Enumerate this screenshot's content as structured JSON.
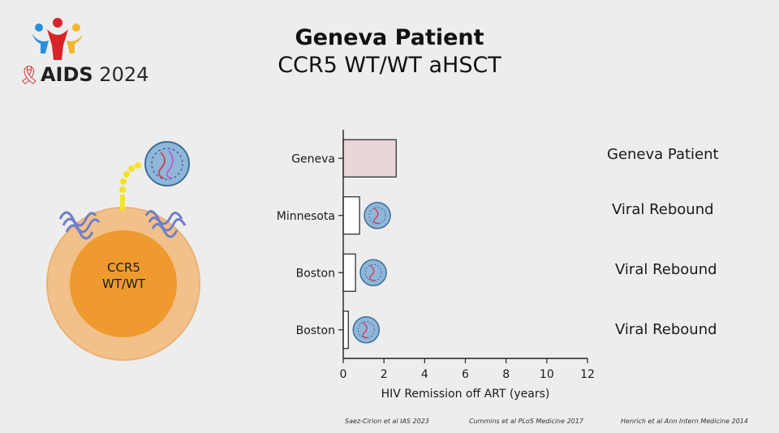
{
  "logo": {
    "brand": "AIDS",
    "year": "2024"
  },
  "header": {
    "title": "Geneva Patient",
    "subtitle": "CCR5 WT/WT aHSCT"
  },
  "cell": {
    "label_line1": "CCR5",
    "label_line2": "WT/WT"
  },
  "chart_data": {
    "type": "bar",
    "orientation": "horizontal",
    "categories": [
      "Geneva",
      "Minnesota",
      "Boston",
      "Boston"
    ],
    "values": [
      2.6,
      0.8,
      0.6,
      0.25
    ],
    "xlabel": "HIV Remission off ART (years)",
    "xlim": [
      0,
      12
    ],
    "xticks": [
      0,
      2,
      4,
      6,
      8,
      10,
      12
    ],
    "grid": false,
    "bar_colors": [
      "#e8d6d8",
      "#ffffff",
      "#ffffff",
      "#ffffff"
    ],
    "outcomes": [
      "Geneva Patient",
      "Viral Rebound",
      "Viral Rebound",
      "Viral Rebound"
    ]
  },
  "citations": [
    "Saez-Cirion et al IAS 2023",
    "Cummins et al PLoS Medicine 2017",
    "Henrich et al Ann Intern Medicine 2014"
  ],
  "colors": {
    "cell_outer": "#f2c08a",
    "cell_inner": "#ee9a2e",
    "virus": "#8fb7d8",
    "geneva_bar": "#e8d6d8"
  }
}
